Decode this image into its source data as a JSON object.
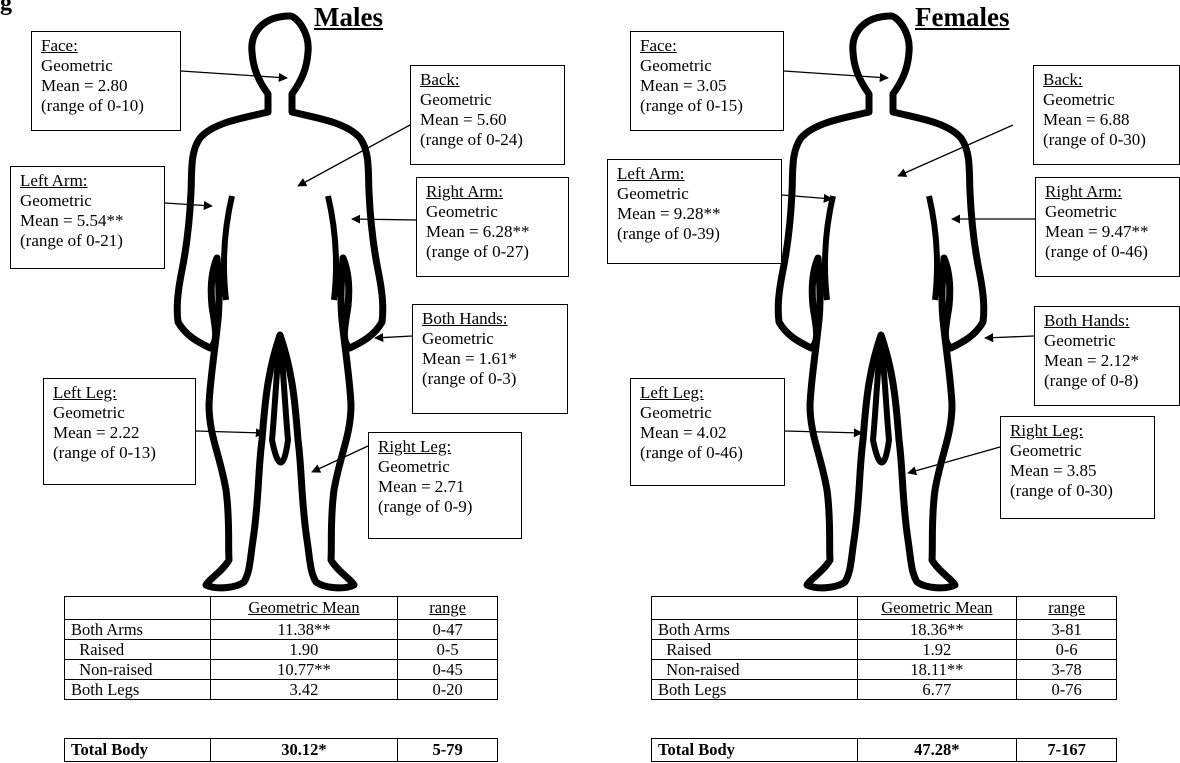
{
  "figure_label": "g",
  "panels": [
    {
      "title": "Males",
      "callouts": {
        "face": {
          "region": "Face:",
          "type": "Geometric",
          "mean": "Mean = 2.80",
          "range": "(range of 0-10)"
        },
        "back": {
          "region": "Back:",
          "type": "Geometric",
          "mean": "Mean = 5.60",
          "range": "(range of 0-24)"
        },
        "left_arm": {
          "region": "Left Arm:",
          "type": "Geometric",
          "mean": "Mean = 5.54**",
          "range": "(range of 0-21)"
        },
        "right_arm": {
          "region": "Right Arm:",
          "type": "Geometric",
          "mean": "Mean = 6.28**",
          "range": "(range of 0-27)"
        },
        "both_hands": {
          "region": "Both Hands:",
          "type": "Geometric",
          "mean": "Mean = 1.61*",
          "range": "(range of 0-3)"
        },
        "left_leg": {
          "region": "Left Leg:",
          "type": "Geometric",
          "mean": "Mean = 2.22",
          "range": "(range of 0-13)"
        },
        "right_leg": {
          "region": "Right Leg:",
          "type": "Geometric",
          "mean": "Mean = 2.71",
          "range": "(range of 0-9)"
        }
      },
      "table": {
        "headers": [
          "",
          "Geometric Mean",
          "range"
        ],
        "rows": [
          [
            "Both Arms",
            "11.38**",
            "0-47"
          ],
          [
            "  Raised",
            "1.90",
            "0-5"
          ],
          [
            "  Non-raised",
            "10.77**",
            "0-45"
          ],
          [
            "Both Legs",
            "3.42",
            "0-20"
          ]
        ],
        "total": [
          "Total Body",
          "30.12*",
          "5-79"
        ]
      }
    },
    {
      "title": "Females",
      "callouts": {
        "face": {
          "region": "Face:",
          "type": "Geometric",
          "mean": "Mean = 3.05",
          "range": "(range of 0-15)"
        },
        "back": {
          "region": "Back:",
          "type": "Geometric",
          "mean": "Mean = 6.88",
          "range": "(range of 0-30)"
        },
        "left_arm": {
          "region": "Left Arm:",
          "type": "Geometric",
          "mean": "Mean = 9.28**",
          "range": "(range of 0-39)"
        },
        "right_arm": {
          "region": "Right Arm:",
          "type": "Geometric",
          "mean": "Mean = 9.47**",
          "range": "(range of 0-46)"
        },
        "both_hands": {
          "region": "Both Hands:",
          "type": "Geometric",
          "mean": "Mean = 2.12*",
          "range": "(range of 0-8)"
        },
        "left_leg": {
          "region": "Left Leg:",
          "type": "Geometric",
          "mean": "Mean = 4.02",
          "range": "(range of 0-46)"
        },
        "right_leg": {
          "region": "Right Leg:",
          "type": "Geometric",
          "mean": "Mean = 3.85",
          "range": "(range of 0-30)"
        }
      },
      "table": {
        "headers": [
          "",
          "Geometric Mean",
          "range"
        ],
        "rows": [
          [
            "Both Arms",
            "18.36**",
            "3-81"
          ],
          [
            "  Raised",
            "1.92",
            "0-6"
          ],
          [
            "  Non-raised",
            "18.11**",
            "3-78"
          ],
          [
            "Both Legs",
            "6.77",
            "0-76"
          ]
        ],
        "total": [
          "Total Body",
          "47.28*",
          "7-167"
        ]
      }
    }
  ]
}
